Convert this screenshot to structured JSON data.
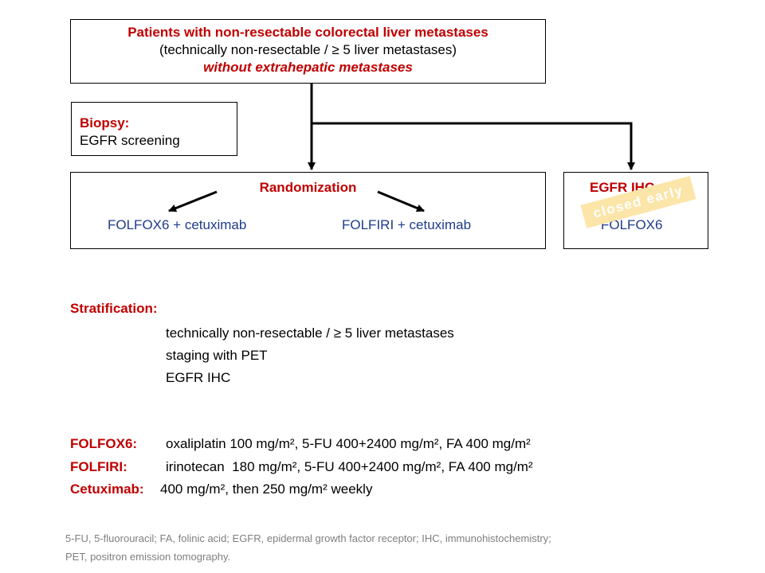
{
  "top_box": {
    "line1": "Patients with non-resectable colorectal liver metastases",
    "line2": "(technically non-resectable / ≥ 5 liver metastases)",
    "line3": "without extrahepatic metastases"
  },
  "biopsy": {
    "title": "Biopsy:",
    "text": "EGFR screening"
  },
  "randomization": {
    "title": "Randomization",
    "arms": [
      "FOLFOX6 + cetuximab",
      "FOLFIRI + cetuximab"
    ]
  },
  "ihc_branch": {
    "title": "EGFR IHC",
    "arm": "FOLFOX6",
    "stamp": "closed early"
  },
  "stratification": {
    "title": "Stratification:",
    "items": [
      "technically non-resectable / ≥ 5 liver metastases",
      "staging with PET",
      "EGFR IHC"
    ]
  },
  "regimens": [
    {
      "label": "FOLFOX6:",
      "text": "oxaliplatin 100 mg/m², 5-FU 400+2400 mg/m², FA 400 mg/m²"
    },
    {
      "label": "FOLFIRI:",
      "text": "irinotecan  180 mg/m², 5-FU 400+2400 mg/m², FA 400 mg/m²"
    },
    {
      "label": "Cetuximab:",
      "text": "400 mg/m², then 250 mg/m² weekly"
    }
  ],
  "footnote": [
    "5-FU, 5-fluorouracil; FA, folinic acid; EGFR, epidermal growth factor receptor; IHC, immunohistochemistry;",
    "PET, positron emission tomography."
  ]
}
